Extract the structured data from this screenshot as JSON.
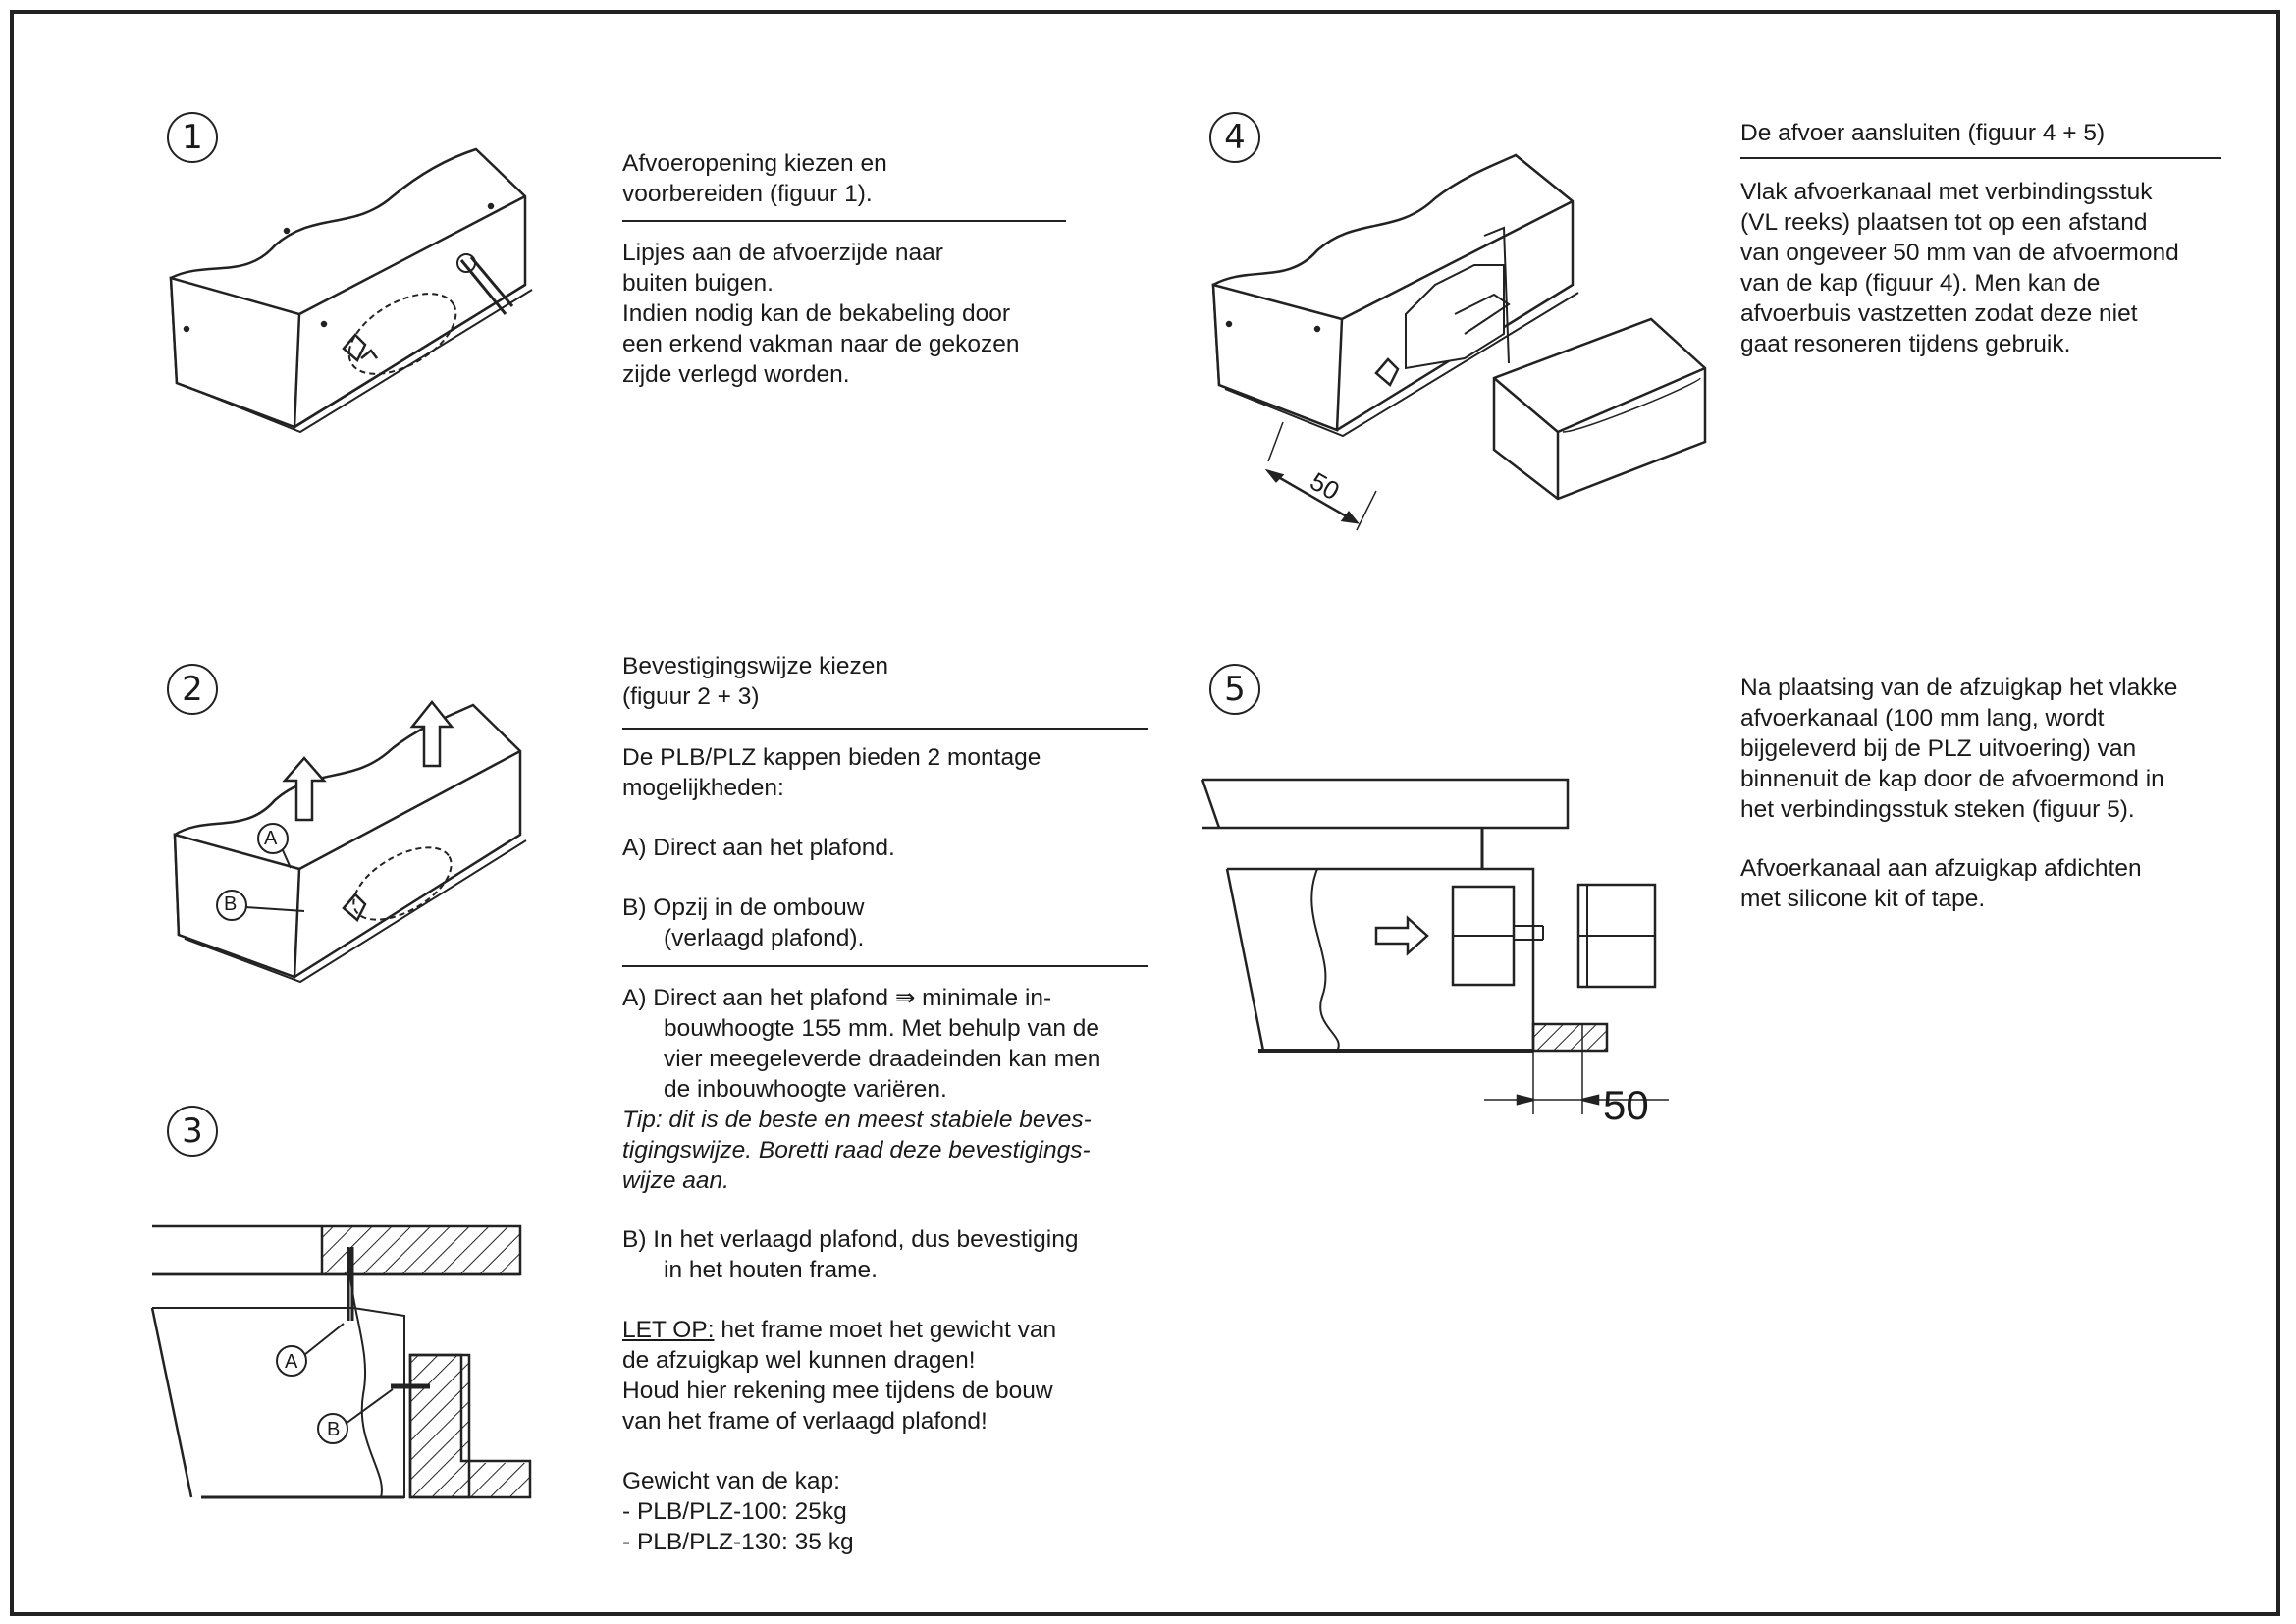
{
  "figures": {
    "fig1": {
      "number": "1"
    },
    "fig2": {
      "number": "2",
      "label_a": "A",
      "label_b": "B"
    },
    "fig3": {
      "number": "3",
      "label_a": "A",
      "label_b": "B"
    },
    "fig4": {
      "number": "4",
      "dimension": "50"
    },
    "fig5": {
      "number": "5",
      "dimension": "50"
    }
  },
  "section1": {
    "heading_line1": "Afvoeropening kiezen en",
    "heading_line2": "voorbereiden (figuur 1).",
    "body": [
      "Lipjes aan de afvoerzijde naar",
      "buiten buigen.",
      "Indien nodig kan de bekabeling door",
      "een erkend vakman naar de gekozen",
      "zijde verlegd worden."
    ]
  },
  "section2": {
    "heading_line1": "Bevestigingswijze kiezen",
    "heading_line2": "(figuur 2 + 3)",
    "intro": [
      "De PLB/PLZ  kappen bieden 2 montage",
      "mogelijkheden:"
    ],
    "option_a": "A)  Direct aan het plafond.",
    "option_b_line1": "B)  Opzij in de ombouw",
    "option_b_line2": "(verlaagd plafond).",
    "detail_a": [
      "A)  Direct aan het plafond ⇛ minimale in-",
      "bouwhoogte 155 mm. Met behulp van de",
      "vier meegeleverde draadeinden kan men",
      "de inbouwhoogte variëren."
    ],
    "tip": [
      "Tip: dit is de beste en meest stabiele beves-",
      "tigingswijze. Boretti raad deze bevestigings-",
      "wijze aan."
    ],
    "detail_b": [
      "B)  In het verlaagd plafond, dus bevestiging",
      "in het houten frame."
    ],
    "warning_label": "LET OP:",
    "warning_rest": " het frame moet het gewicht van",
    "warning_lines": [
      "de afzuigkap wel kunnen dragen!",
      "Houd hier rekening mee tijdens de bouw",
      "van het frame of verlaagd plafond!"
    ],
    "weight_title": "Gewicht van de kap:",
    "weights": [
      "- PLB/PLZ-100: 25kg",
      "- PLB/PLZ-130: 35 kg"
    ]
  },
  "section4": {
    "heading": "De afvoer aansluiten (figuur 4 + 5)",
    "body": [
      "Vlak afvoerkanaal met verbindingsstuk",
      "(VL reeks) plaatsen tot op een afstand",
      "van ongeveer 50 mm van de afvoermond",
      "van de kap (figuur 4). Men kan de",
      "afvoerbuis vastzetten zodat deze niet",
      "gaat resoneren tijdens gebruik."
    ]
  },
  "section5": {
    "body1": [
      "Na plaatsing van de afzuigkap het vlakke",
      "afvoerkanaal (100 mm lang, wordt",
      "bijgeleverd bij de PLZ uitvoering) van",
      "binnenuit de kap door de afvoermond in",
      "het verbindingsstuk steken (figuur 5)."
    ],
    "body2": [
      "Afvoerkanaal aan afzuigkap afdichten",
      "met silicone kit of tape."
    ]
  }
}
